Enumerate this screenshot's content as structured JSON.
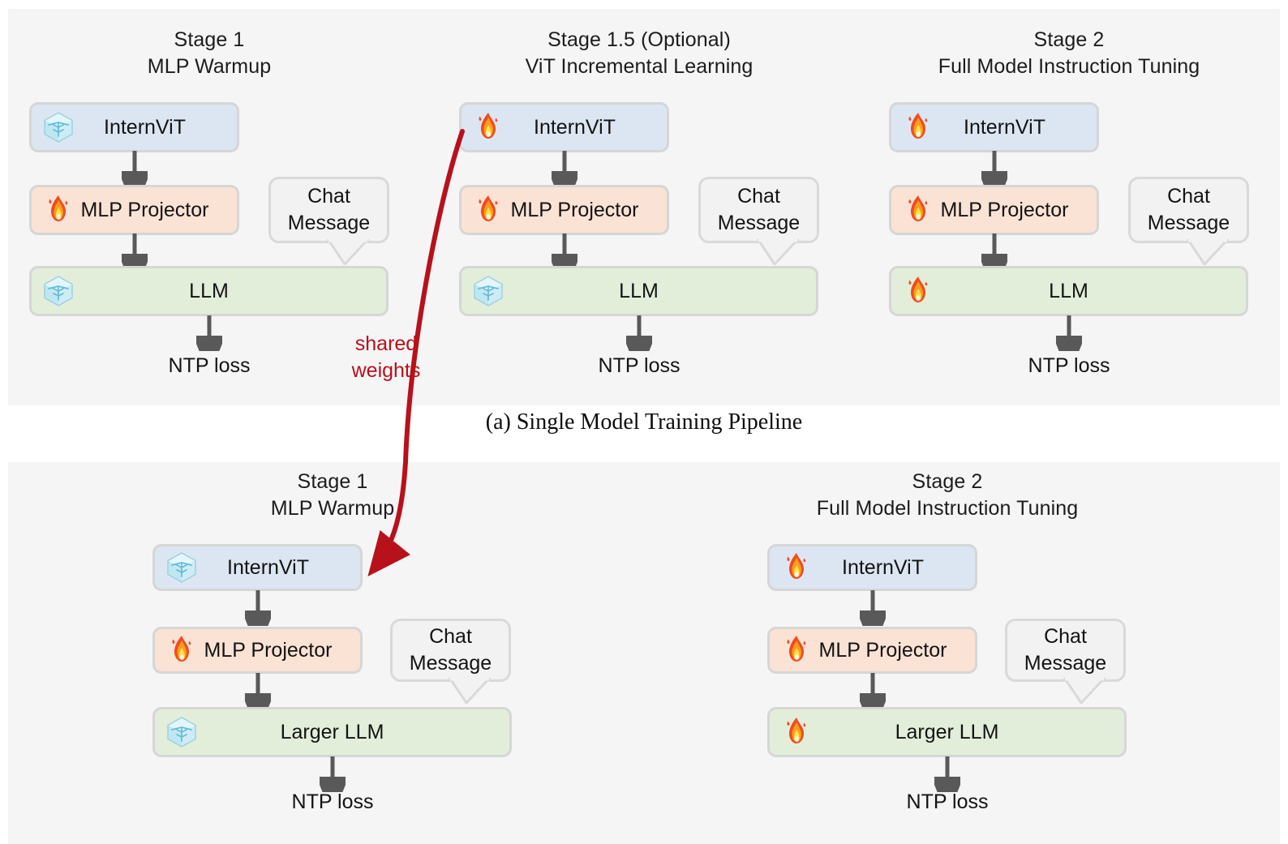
{
  "figure": {
    "caption_a": "(a) Single Model Training Pipeline",
    "shared_weights_label": "shared\nweights",
    "shared_weights_line1": "shared",
    "shared_weights_line2": "weights",
    "colors": {
      "panel_bg": "#f5f5f5",
      "page_bg": "#ffffff",
      "vit_box": "#dce6f2",
      "mlp_box": "#fae2d5",
      "llm_box": "#e2eeda",
      "bubble_box": "#f2f2f2",
      "box_border": "#d6d6d6",
      "arrow_gray": "#595959",
      "shared_weights_red": "#b7111b"
    }
  },
  "top_section": {
    "columns": [
      {
        "title_line1": "Stage 1",
        "title_line2": "MLP Warmup",
        "nodes": [
          {
            "label": "InternViT",
            "icon": "frozen-snowflake-cube-icon",
            "state": "frozen"
          },
          {
            "label": "MLP Projector",
            "icon": "fire-icon",
            "state": "trainable"
          },
          {
            "label": "LLM",
            "icon": "frozen-snowflake-cube-icon",
            "state": "frozen"
          }
        ],
        "bubble_line1": "Chat",
        "bubble_line2": "Message",
        "loss": "NTP loss"
      },
      {
        "title_line1": "Stage 1.5 (Optional)",
        "title_line2": "ViT Incremental Learning",
        "nodes": [
          {
            "label": "InternViT",
            "icon": "fire-icon",
            "state": "trainable"
          },
          {
            "label": "MLP Projector",
            "icon": "fire-icon",
            "state": "trainable"
          },
          {
            "label": "LLM",
            "icon": "frozen-snowflake-cube-icon",
            "state": "frozen"
          }
        ],
        "bubble_line1": "Chat",
        "bubble_line2": "Message",
        "loss": "NTP loss"
      },
      {
        "title_line1": "Stage 2",
        "title_line2": "Full Model Instruction Tuning",
        "nodes": [
          {
            "label": "InternViT",
            "icon": "fire-icon",
            "state": "trainable"
          },
          {
            "label": "MLP Projector",
            "icon": "fire-icon",
            "state": "trainable"
          },
          {
            "label": "LLM",
            "icon": "fire-icon",
            "state": "trainable"
          }
        ],
        "bubble_line1": "Chat",
        "bubble_line2": "Message",
        "loss": "NTP loss"
      }
    ]
  },
  "bottom_section": {
    "columns": [
      {
        "title_line1": "Stage 1",
        "title_line2": "MLP Warmup",
        "nodes": [
          {
            "label": "InternViT",
            "icon": "frozen-snowflake-cube-icon",
            "state": "frozen"
          },
          {
            "label": "MLP Projector",
            "icon": "fire-icon",
            "state": "trainable"
          },
          {
            "label": "Larger LLM",
            "icon": "frozen-snowflake-cube-icon",
            "state": "frozen"
          }
        ],
        "bubble_line1": "Chat",
        "bubble_line2": "Message",
        "loss": "NTP loss"
      },
      {
        "title_line1": "Stage 2",
        "title_line2": "Full Model Instruction Tuning",
        "nodes": [
          {
            "label": "InternViT",
            "icon": "fire-icon",
            "state": "trainable"
          },
          {
            "label": "MLP Projector",
            "icon": "fire-icon",
            "state": "trainable"
          },
          {
            "label": "Larger LLM",
            "icon": "fire-icon",
            "state": "trainable"
          }
        ],
        "bubble_line1": "Chat",
        "bubble_line2": "Message",
        "loss": "NTP loss"
      }
    ]
  }
}
